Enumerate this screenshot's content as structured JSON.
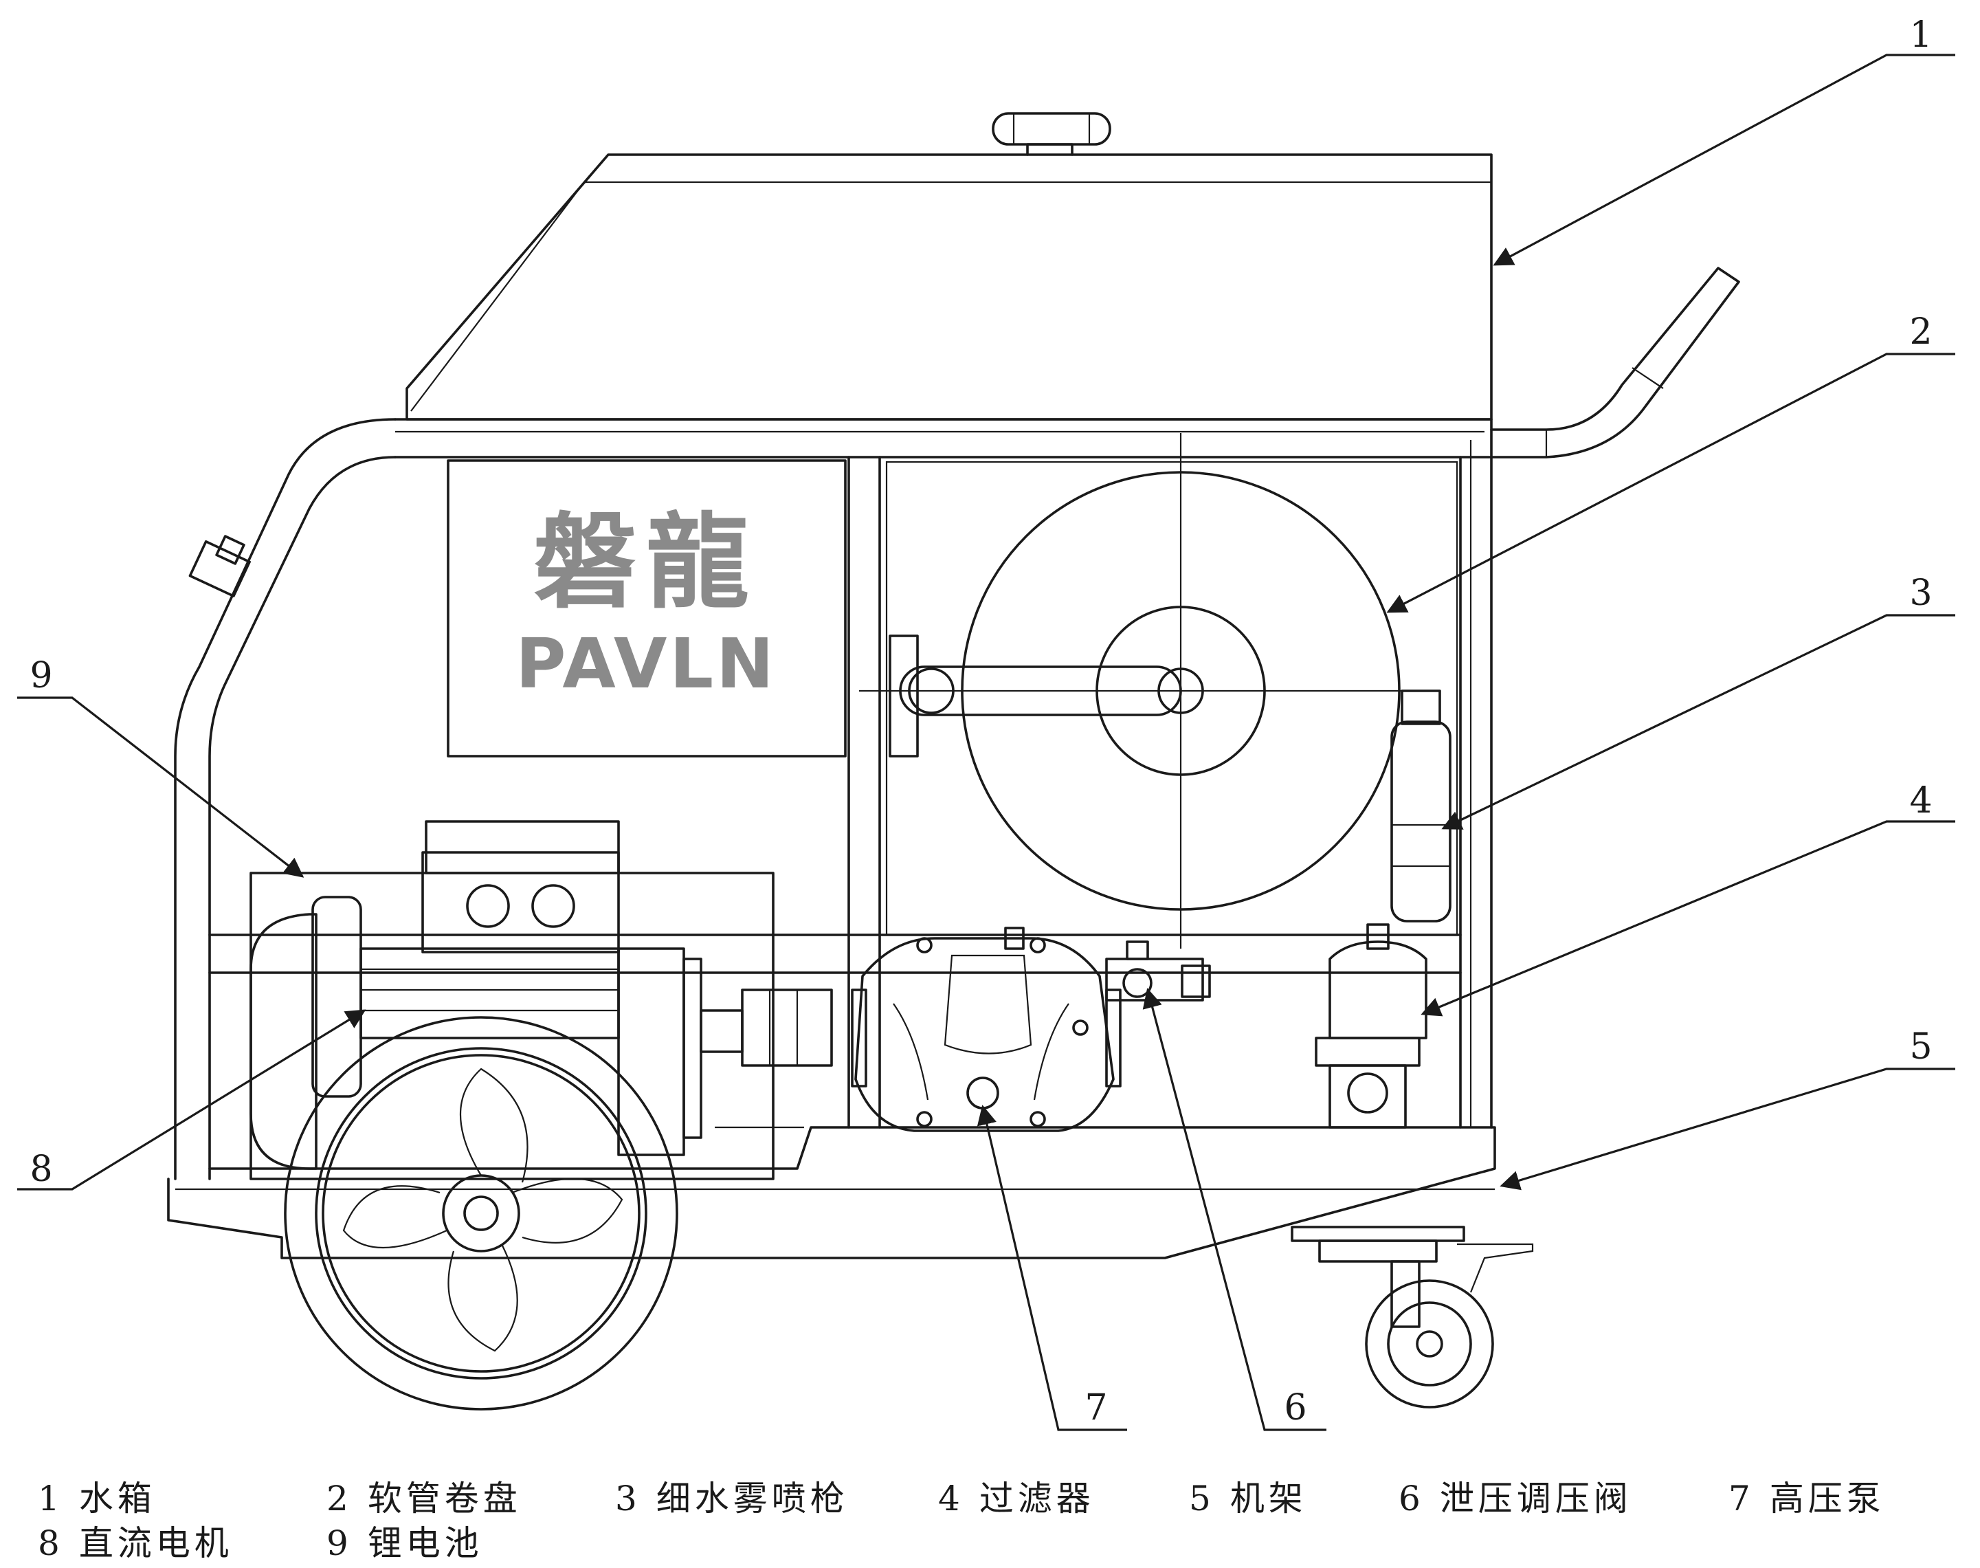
{
  "logo": {
    "chinese": "磐龍",
    "latin": "PAVLN"
  },
  "callouts": [
    "1",
    "2",
    "3",
    "4",
    "5",
    "6",
    "7",
    "8",
    "9"
  ],
  "legend": [
    {
      "num": "1",
      "label": "水箱"
    },
    {
      "num": "2",
      "label": "软管卷盘"
    },
    {
      "num": "3",
      "label": "细水雾喷枪"
    },
    {
      "num": "4",
      "label": "过滤器"
    },
    {
      "num": "5",
      "label": "机架"
    },
    {
      "num": "6",
      "label": "泄压调压阀"
    },
    {
      "num": "7",
      "label": "高压泵"
    },
    {
      "num": "8",
      "label": "直流电机"
    },
    {
      "num": "9",
      "label": "锂电池"
    }
  ]
}
